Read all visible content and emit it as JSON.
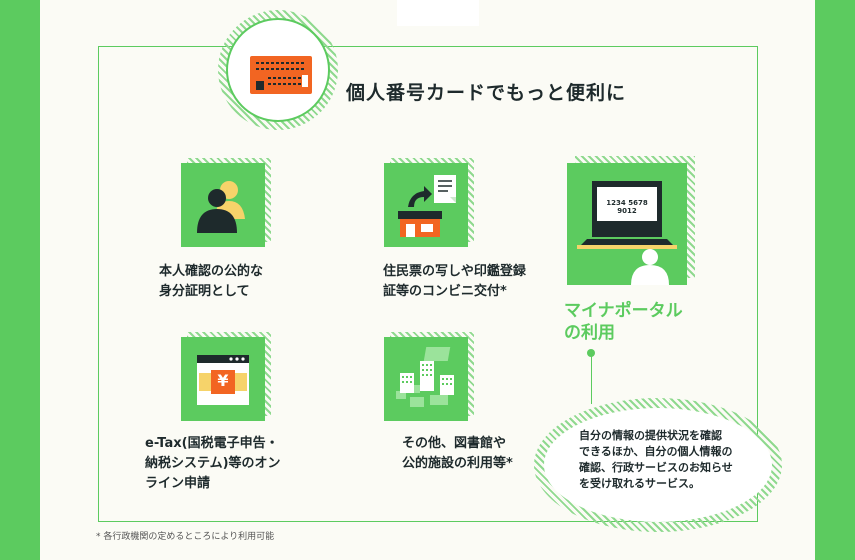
{
  "title": "個人番号カードでもっと便利に",
  "features": [
    {
      "lines": [
        "本人確認の公的な",
        "身分証明として"
      ]
    },
    {
      "lines": [
        "住民票の写しや印鑑登録",
        "証等のコンビニ交付*"
      ]
    },
    {
      "lines": [
        "e-Tax(国税電子申告・",
        "納税システム)等のオン",
        "ライン申請"
      ]
    },
    {
      "lines": [
        "その他、図書館や",
        "公的施設の利用等*"
      ]
    }
  ],
  "portal": {
    "lines": [
      "マイナポータル",
      "の利用"
    ],
    "card_number": "1234 5678 9012",
    "description": [
      "自分の情報の提供状況を確認",
      "できるほか、自分の個人情報の",
      "確認、行政サービスのお知らせ",
      "を受け取れるサービス。"
    ]
  },
  "tax_symbol": "¥",
  "footnote": "* 各行政機関の定めるところにより利用可能",
  "colors": {
    "green": "#5ccb5f",
    "orange": "#f26522",
    "dark": "#1e2a2c",
    "yellow": "#f6d36a"
  }
}
